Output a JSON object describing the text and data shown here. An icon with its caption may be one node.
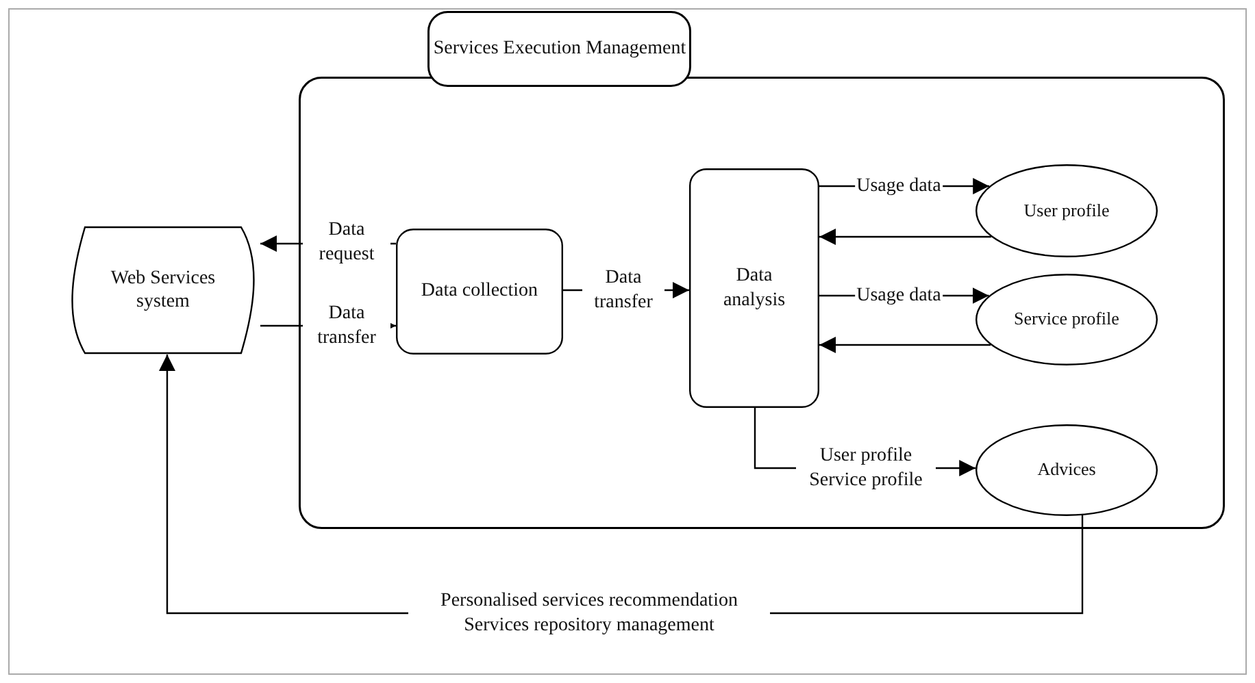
{
  "diagram": {
    "nodes": [
      {
        "text": [
          "Services Execution Management"
        ]
      },
      {
        "text": [
          "Web Services system"
        ]
      },
      {
        "text": [
          "Data collection"
        ],
        "in": 0
      },
      {
        "text": [
          "Data analysis"
        ],
        "in": 0
      },
      {
        "text": [
          "User profile"
        ],
        "in": 0
      },
      {
        "text": [
          "Service profile"
        ],
        "in": 0
      },
      {
        "text": [
          "Advices"
        ],
        "in": 0
      }
    ],
    "edges": [
      {
        "from": 2,
        "to": 1,
        "arrow": "to",
        "label": "Data request"
      },
      {
        "from": 1,
        "to": 2,
        "arrow": "to",
        "label": "Data transfer"
      },
      {
        "from": 2,
        "to": 3,
        "arrow": "to",
        "label": "Data transfer"
      },
      {
        "from": 3,
        "to": 4,
        "arrow": "to",
        "label": "Usage data"
      },
      {
        "from": 4,
        "to": 3,
        "arrow": "to"
      },
      {
        "from": 3,
        "to": 5,
        "arrow": "to",
        "label": "Usage data"
      },
      {
        "from": 5,
        "to": 3,
        "arrow": "to"
      },
      {
        "from": 3,
        "to": 6,
        "arrow": "to",
        "label": "User profile Service profile"
      },
      {
        "from": 6,
        "to": 1,
        "arrow": "to",
        "label": "Personalised services recommendation Services repository management"
      }
    ]
  }
}
